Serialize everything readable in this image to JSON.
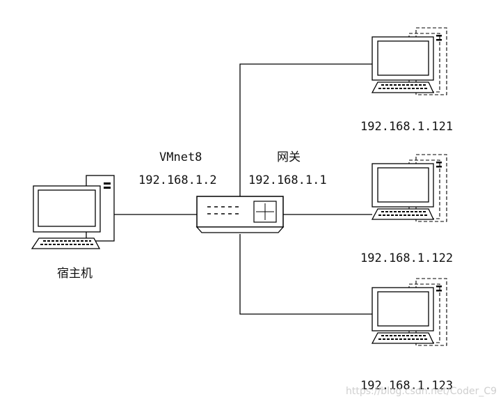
{
  "host": {
    "label": "宿主机"
  },
  "vmnet": {
    "name": "VMnet8",
    "ip": "192.168.1.2"
  },
  "gateway": {
    "label": "网关",
    "ip": "192.168.1.1"
  },
  "clients": [
    {
      "ip": "192.168.1.121"
    },
    {
      "ip": "192.168.1.122"
    },
    {
      "ip": "192.168.1.123"
    }
  ],
  "watermark": "https://blog.csdn.net/Coder_C9",
  "colors": {
    "line": "#000000",
    "background": "#ffffff"
  }
}
